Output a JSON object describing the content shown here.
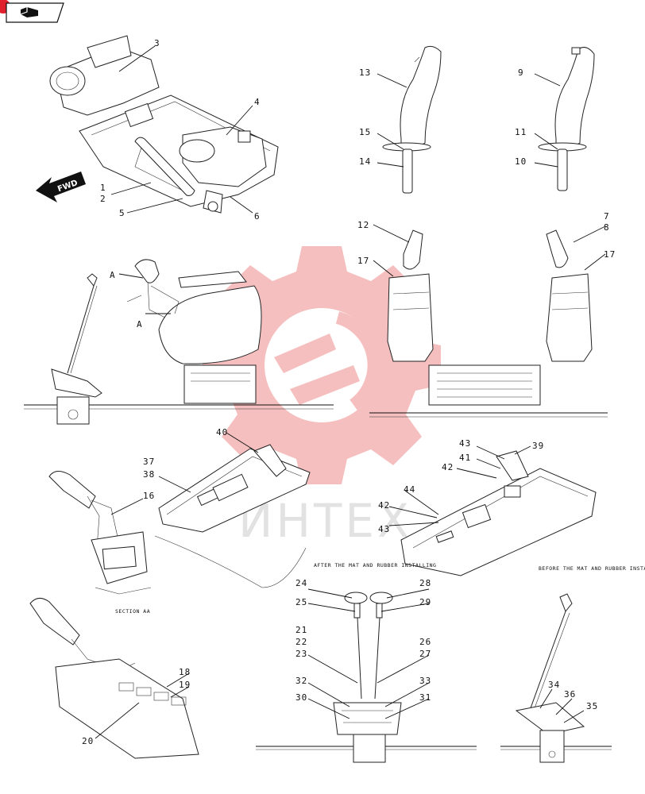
{
  "watermark": {
    "text": "ИНТЕХ"
  },
  "nav": {
    "icon": "page-turn-icon"
  },
  "arrow_fwd": "FWD",
  "section_marks": {
    "a_upper": "A",
    "a_lower": "A"
  },
  "captions": {
    "section_aa": "SECTION AA",
    "after_mat": "AFTER THE MAT AND RUBBER INSTALLING",
    "before_mat": "BEFORE THE MAT AND RUBBER INSTALLING"
  },
  "callouts": {
    "c1": "1",
    "c2": "2",
    "c3": "3",
    "c4": "4",
    "c5": "5",
    "c6": "6",
    "c7": "7",
    "c8": "8",
    "c9": "9",
    "c10": "10",
    "c11": "11",
    "c12": "12",
    "c13": "13",
    "c14": "14",
    "c15": "15",
    "c16": "16",
    "c17a": "17",
    "c17b": "17",
    "c18": "18",
    "c19": "19",
    "c20": "20",
    "c21": "21",
    "c22": "22",
    "c23": "23",
    "c24": "24",
    "c25": "25",
    "c26": "26",
    "c27": "27",
    "c28": "28",
    "c29": "29",
    "c30": "30",
    "c31": "31",
    "c32": "32",
    "c33": "33",
    "c34": "34",
    "c35": "35",
    "c36": "36",
    "c37": "37",
    "c38": "38",
    "c39": "39",
    "c40": "40",
    "c41": "41",
    "c42a": "42",
    "c42b": "42",
    "c43a": "43",
    "c43b": "43",
    "c44": "44"
  }
}
